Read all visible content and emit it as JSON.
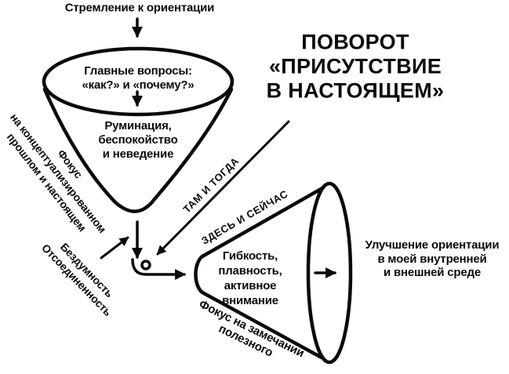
{
  "title": {
    "lines": [
      "ПОВОРОТ",
      "«ПРИСУТСТВИЕ",
      "В НАСТОЯЩЕМ»"
    ]
  },
  "top_flow": {
    "label": "Стремление к ориентации"
  },
  "left_funnel": {
    "top_text": {
      "lines": [
        "Главные вопросы:",
        "«как?» и «почему?»"
      ]
    },
    "body_text": {
      "lines": [
        "Руминация,",
        "беспокойство",
        "и неведение"
      ]
    },
    "side_label": {
      "lines": [
        "Фокус",
        "на концептуализированном",
        "прошлом и настоящем"
      ]
    },
    "bottom_label": {
      "lines": [
        "Бездумность",
        "Отсоединенность"
      ]
    }
  },
  "transition": {
    "upper_label": "ТАМ И ТОГДА",
    "lower_label": "ЗДЕСЬ И СЕЙЧАС"
  },
  "right_funnel": {
    "body_text": {
      "lines": [
        "Гибкость,",
        "плавность,",
        "активное",
        "внимание"
      ]
    },
    "bottom_label": {
      "lines": [
        "Фокус на замечании",
        "полезного"
      ]
    }
  },
  "outcome": {
    "lines": [
      "Улучшение ориентации",
      "в моей внутренней",
      "и внешней среде"
    ]
  },
  "icons": {
    "arrows": [
      "down-arrow",
      "down-arrow",
      "down-arrow",
      "diagonal-arrow",
      "up-right-arrow",
      "elbow-right-arrow",
      "right-arrow"
    ]
  },
  "colors": {
    "ink": "#0a0a0a",
    "background": "#ffffff"
  }
}
